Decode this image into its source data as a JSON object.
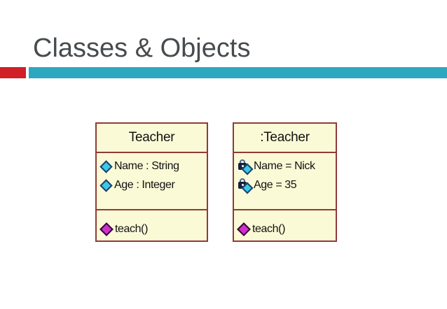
{
  "slide": {
    "title": "Classes & Objects",
    "colors": {
      "title_text": "#474b4e",
      "accent_red": "#d01f27",
      "accent_teal": "#2ea7c0",
      "box_fill": "#fbfad6",
      "box_border": "#8e3b39",
      "attribute_diamond_fill": "#3bc9ea",
      "attribute_diamond_border": "#1e4166",
      "operation_diamond_fill": "#d02ed0",
      "lock_body": "#15223c",
      "uml_text": "#111111"
    }
  },
  "uml": {
    "class_box": {
      "name": "Teacher",
      "attributes": [
        {
          "icon": "attribute-diamond-icon",
          "label": "Name : String"
        },
        {
          "icon": "attribute-diamond-icon",
          "label": "Age : Integer"
        }
      ],
      "operations": [
        {
          "icon": "operation-diamond-icon",
          "label": "teach()"
        }
      ]
    },
    "object_box": {
      "name": ":Teacher",
      "attributes": [
        {
          "icon": "locked-attribute-icon",
          "label": "Name = Nick"
        },
        {
          "icon": "locked-attribute-icon",
          "label": "Age = 35"
        }
      ],
      "operations": [
        {
          "icon": "operation-diamond-icon",
          "label": "teach()"
        }
      ]
    }
  }
}
